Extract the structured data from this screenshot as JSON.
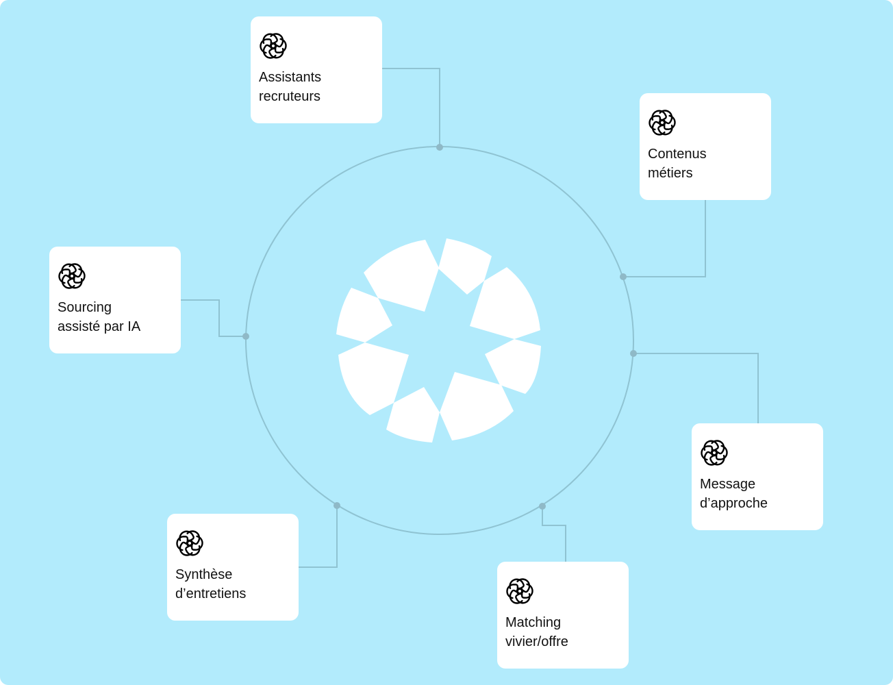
{
  "diagram": {
    "colors": {
      "background": "#b2ebfc",
      "line": "#8fc3d2",
      "dot": "#8fb9c7",
      "card": "#ffffff",
      "text": "#111111"
    },
    "center_logo_icon": "flower-logo-icon",
    "item_icon": "openai-icon",
    "items": [
      {
        "line1": "Assistants",
        "line2": "recruteurs"
      },
      {
        "line1": "Contenus",
        "line2": "métiers"
      },
      {
        "line1": "Sourcing",
        "line2": "assisté par IA"
      },
      {
        "line1": "Message",
        "line2": "d’approche"
      },
      {
        "line1": "Synthèse",
        "line2": "d’entretiens"
      },
      {
        "line1": "Matching",
        "line2": "vivier/offre"
      }
    ]
  }
}
